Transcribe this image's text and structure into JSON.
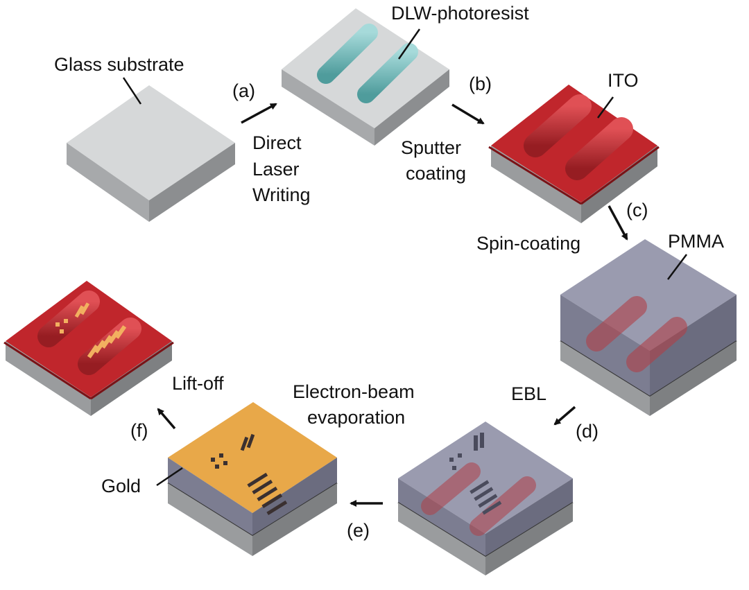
{
  "labels": {
    "glass_substrate": "Glass substrate",
    "dlw_photoresist": "DLW-photoresist",
    "ito": "ITO",
    "pmma": "PMMA",
    "gold": "Gold"
  },
  "steps": {
    "a": {
      "tag": "(a)",
      "lines": [
        "Direct",
        "Laser",
        "Writing"
      ]
    },
    "b": {
      "tag": "(b)",
      "lines": [
        "Sputter",
        "coating"
      ]
    },
    "c": {
      "tag": "(c)",
      "lines": [
        "Spin-coating"
      ]
    },
    "d": {
      "tag": "(d)",
      "lines": [
        "EBL"
      ]
    },
    "e": {
      "tag": "(e)",
      "lines": [
        "Electron-beam",
        "evaporation"
      ]
    },
    "f": {
      "tag": "(f)",
      "lines": [
        "Lift-off"
      ]
    }
  },
  "colors": {
    "glass": "#d5d7d8",
    "glass_side": "#8c8e90",
    "photoresist": "#6fb4b4",
    "ito": "#c0262c",
    "pmma": "#8e8fa6",
    "gold": "#e8a849"
  }
}
